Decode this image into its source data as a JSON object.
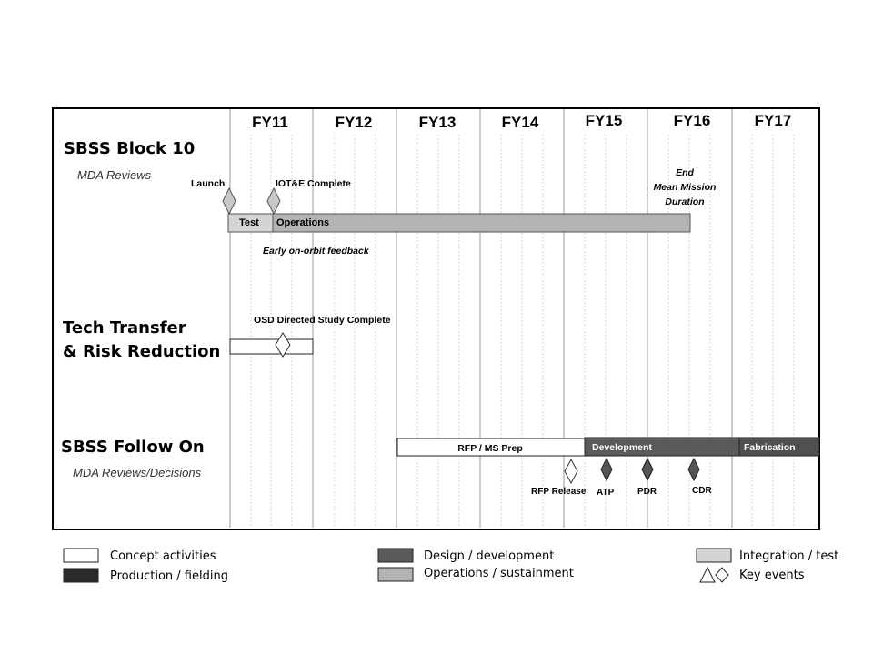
{
  "fiscal_years": [
    "FY11",
    "FY12",
    "FY13",
    "FY14",
    "FY15",
    "FY16",
    "FY17"
  ],
  "rows": {
    "block10": {
      "title": "SBSS Block 10",
      "subtitle": "MDA Reviews",
      "launch_label": "Launch",
      "iote_label": "IOT&E Complete",
      "end_label_lines": [
        "End",
        "Mean Mission",
        "Duration"
      ],
      "test_label": "Test",
      "operations_label": "Operations",
      "feedback_label": "Early on-orbit feedback"
    },
    "tech": {
      "title_lines": [
        "Tech Transfer",
        "& Risk Reduction"
      ],
      "study_label": "OSD Directed Study Complete"
    },
    "followon": {
      "title": "SBSS Follow On",
      "subtitle": "MDA Reviews/Decisions",
      "rfp_prep_label": "RFP / MS Prep",
      "development_label": "Development",
      "fabrication_label": "Fabrication",
      "rfp_release_label": "RFP Release",
      "atp_label": "ATP",
      "pdr_label": "PDR",
      "cdr_label": "CDR"
    }
  },
  "legend": {
    "concept": "Concept activities",
    "production": "Production / fielding",
    "design": "Design / development",
    "operations": "Operations / sustainment",
    "integration": "Integration / test",
    "key_events": "Key events"
  },
  "colors": {
    "concept": "#ffffff",
    "production": "#2b2b2b",
    "design": "#5a5a5a",
    "operations": "#b3b3b3",
    "integration": "#d4d4d4",
    "milestone_dark": "#555555",
    "milestone_light": "#c8c8c8",
    "grid": "#cfcfcf"
  }
}
